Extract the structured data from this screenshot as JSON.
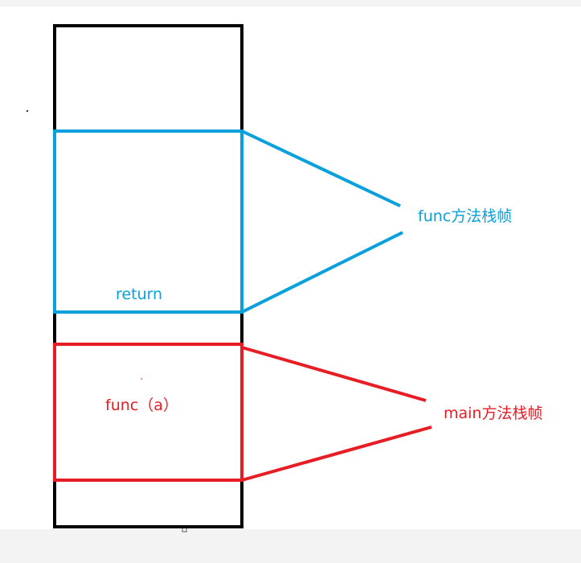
{
  "diagram": {
    "colors": {
      "stack": "#000000",
      "func_frame": "#0aa0dc",
      "main_frame": "#e81c24",
      "canvas": "#ffffff",
      "outside": "#f3f3f3"
    },
    "func_frame": {
      "inner_label": "return",
      "callout_label": "func方法栈帧"
    },
    "main_frame": {
      "inner_label": "func（a）",
      "callout_label": "main方法栈帧"
    }
  }
}
